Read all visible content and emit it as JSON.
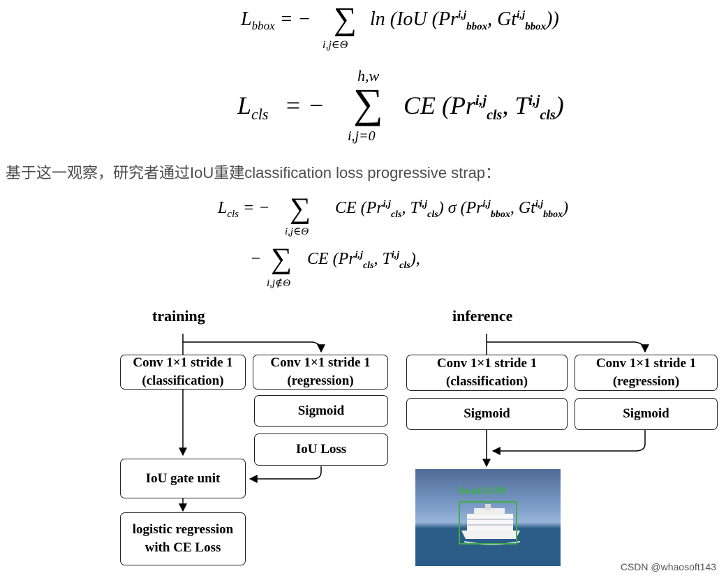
{
  "formula1": {
    "lhs": "L",
    "lhs_sub": "bbox",
    "eq": "= −",
    "under": "i,j∈Θ",
    "body": "ln (IoU (Pr",
    "pr_sup": "i,j",
    "pr_sub": "bbox",
    "gt": ", Gt",
    "gt_sup": "i,j",
    "gt_sub": "bbox",
    "close": "))"
  },
  "formula2": {
    "lhs": "L",
    "lhs_sub": "cls",
    "eq": "= −",
    "over": "h,w",
    "under": "i,j=0",
    "body": "CE (Pr",
    "pr_sup": "i,j",
    "pr_sub": "cls",
    "t": ", T",
    "t_sup": "i,j",
    "t_sub": "cls",
    "close": ")"
  },
  "caption": "基于这一观察，研究者通过IoU重建classification loss progressive strap：",
  "formula3": {
    "lhs": "L",
    "lhs_sub": "cls",
    "eq": "= −",
    "under1": "i,j∈Θ",
    "line1": "CE (Pr",
    "l1_sup": "i,j",
    "l1_sub": "cls",
    "l1_t": ", T",
    "l1_t_sup": "i,j",
    "l1_t_sub": "cls",
    "l1_sigma": ") σ (Pr",
    "l1_s_sup": "i,j",
    "l1_s_sub": "bbox",
    "l1_gt": ", Gt",
    "l1_gt_sup": "i,j",
    "l1_gt_sub": "bbox",
    "l1_close": ")",
    "minus2": "−",
    "under2": "i,j∉Θ",
    "line2": "CE (Pr",
    "l2_sup": "i,j",
    "l2_sub": "cls",
    "l2_t": ", T",
    "l2_t_sup": "i,j",
    "l2_t_sub": "cls",
    "l2_close": "),"
  },
  "diagram": {
    "training": {
      "title": "training",
      "conv_cls": "Conv 1×1 stride 1\n(classification)",
      "conv_reg": "Conv 1×1 stride 1\n(regression)",
      "sigmoid": "Sigmoid",
      "iou_loss": "IoU Loss",
      "iou_gate": "IoU gate unit",
      "logistic": "logistic regression\nwith CE Loss"
    },
    "inference": {
      "title": "inference",
      "conv_cls": "Conv 1×1 stride 1\n(classification)",
      "conv_reg": "Conv 1×1 stride 1\n(regression)",
      "sigmoid_cls": "Sigmoid",
      "sigmoid_reg": "Sigmoid",
      "detection_label": "boat:0.99"
    }
  },
  "watermark": "CSDN @whaosoft143",
  "colors": {
    "detection": "#3fae49",
    "caption": "#4d4d4d"
  }
}
